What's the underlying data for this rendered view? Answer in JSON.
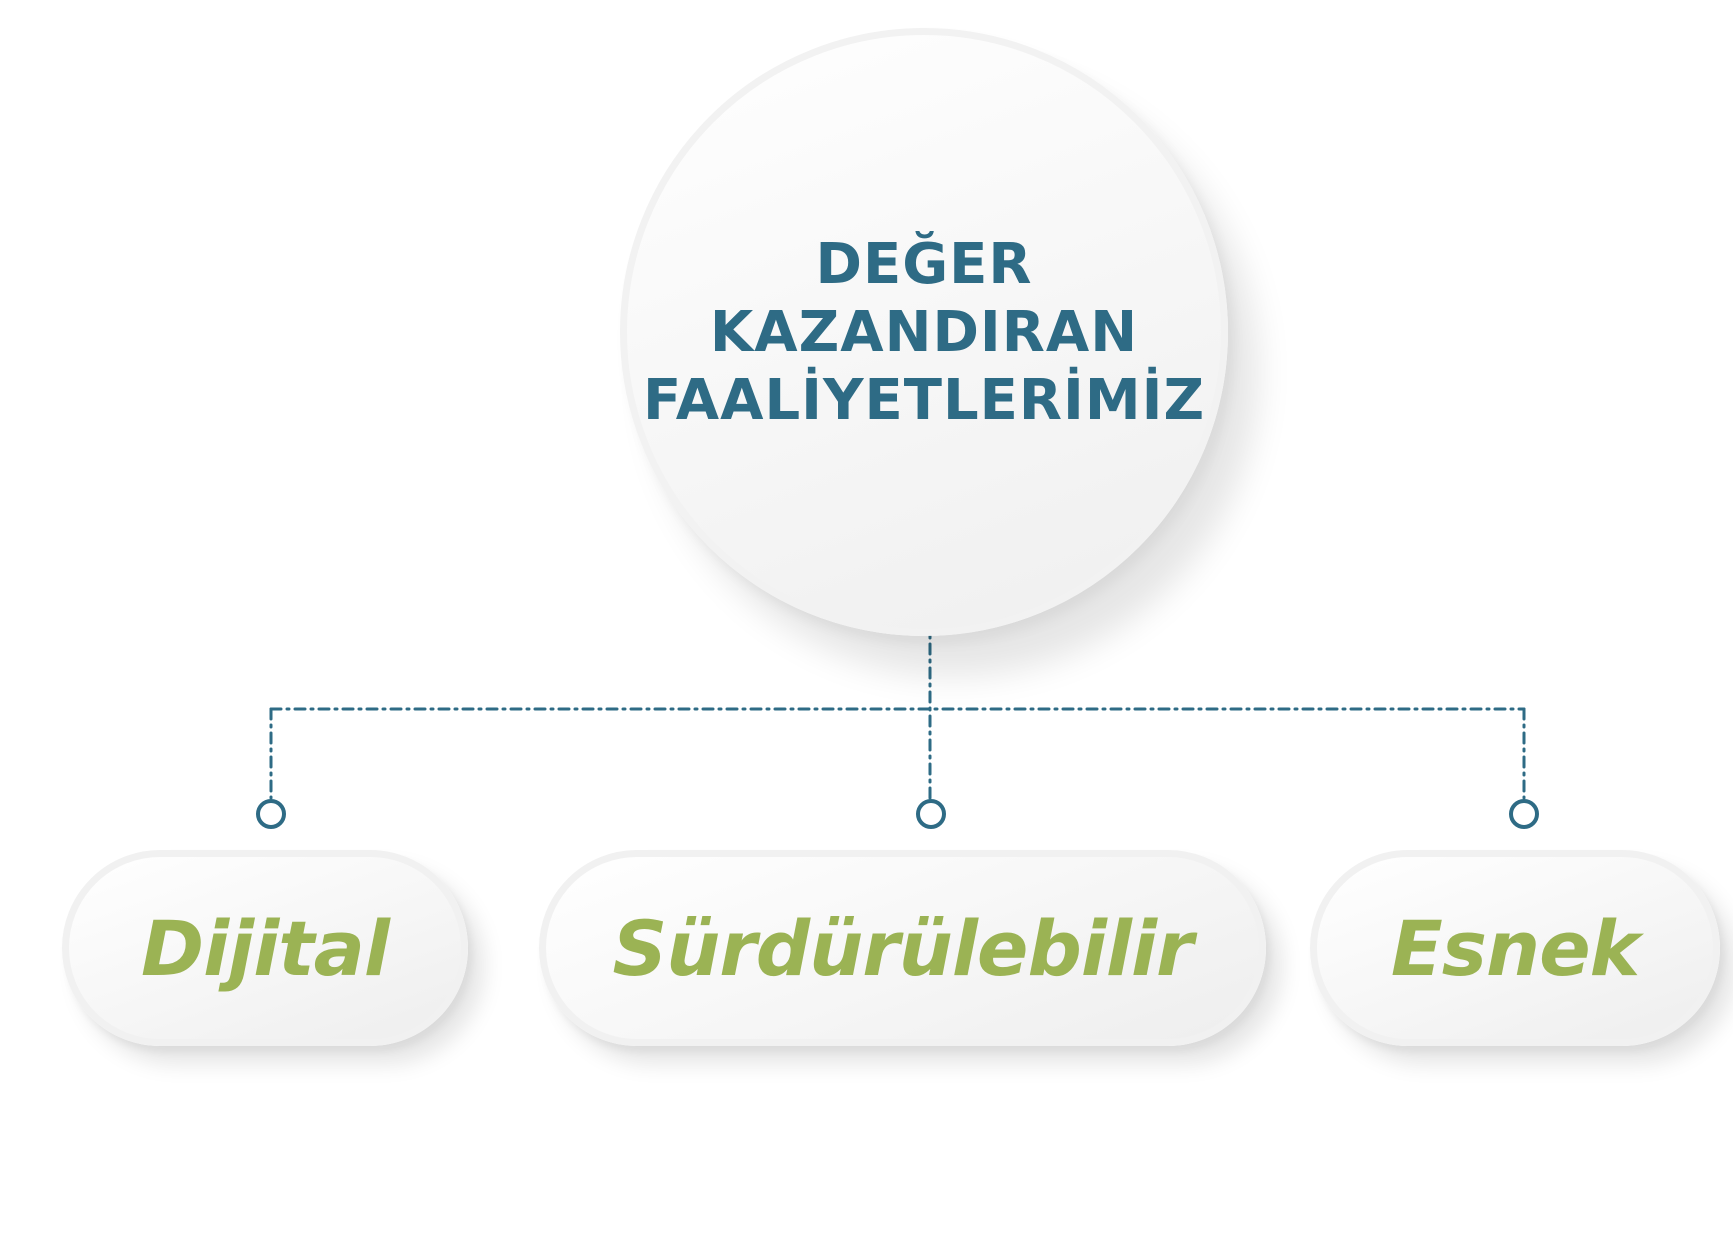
{
  "diagram": {
    "root": {
      "title_lines": [
        "DEĞER",
        "KAZANDIRAN",
        "FAALİYETLERİMİZ"
      ]
    },
    "children": [
      {
        "label": "Dijital"
      },
      {
        "label": "Sürdürülebilir"
      },
      {
        "label": "Esnek"
      }
    ],
    "colors": {
      "title": "#2e6b85",
      "labels": "#9bb354",
      "connector": "#2e6b85",
      "node_fill": "#f6f6f6"
    }
  }
}
